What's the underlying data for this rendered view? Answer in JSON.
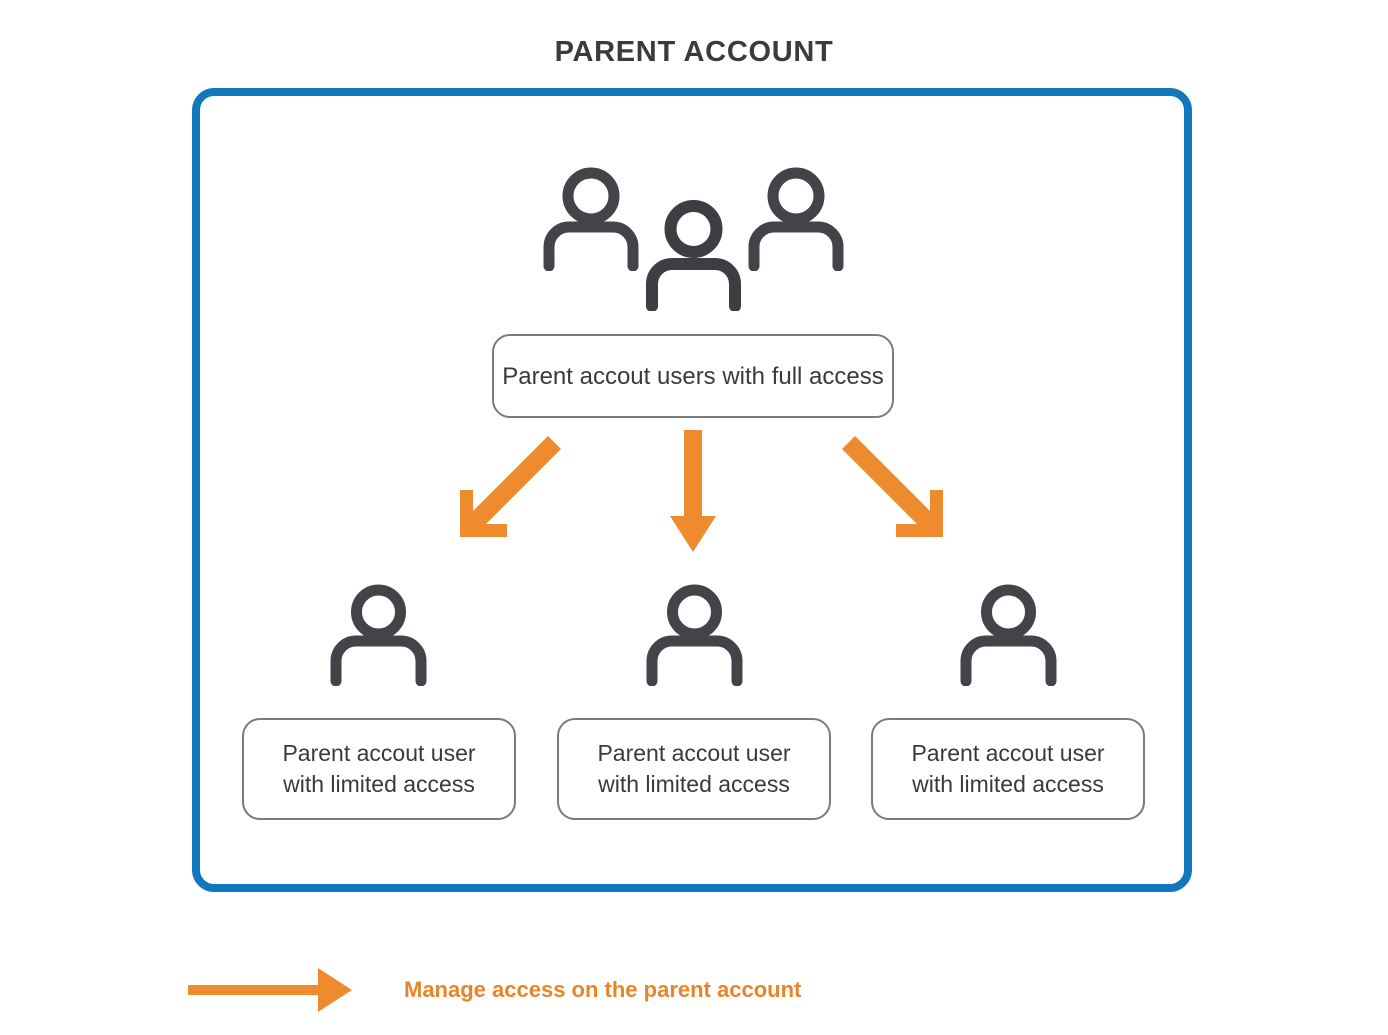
{
  "page": {
    "title": "PARENT ACCOUNT",
    "background_color": "#ffffff"
  },
  "colors": {
    "container_border_blue": "#1277bc",
    "arrow_orange": "#ed8b2e",
    "legend_text_orange": "#e8842a",
    "icon_gray": "#454349",
    "box_border_gray": "#7a7a82",
    "text_gray": "#3a3a3a",
    "title_gray": "#3b3b3b"
  },
  "container": {
    "name": "parent-account-box"
  },
  "top_group": {
    "icon_name": "users-group-icon",
    "icon_count": 3,
    "label": "Parent accout users with full access"
  },
  "arrows": [
    {
      "name": "arrow-down-left",
      "direction": "down-left"
    },
    {
      "name": "arrow-down",
      "direction": "down"
    },
    {
      "name": "arrow-down-right",
      "direction": "down-right"
    }
  ],
  "children": [
    {
      "icon_name": "person-icon",
      "label_line_1": "Parent accout user",
      "label_line_2": "with limited access"
    },
    {
      "icon_name": "person-icon",
      "label_line_1": "Parent accout user",
      "label_line_2": "with limited access"
    },
    {
      "icon_name": "person-icon",
      "label_line_1": "Parent accout user",
      "label_line_2": "with limited access"
    }
  ],
  "legend": {
    "arrow_icon_name": "legend-arrow-right-icon",
    "text": "Manage access on the parent account"
  }
}
